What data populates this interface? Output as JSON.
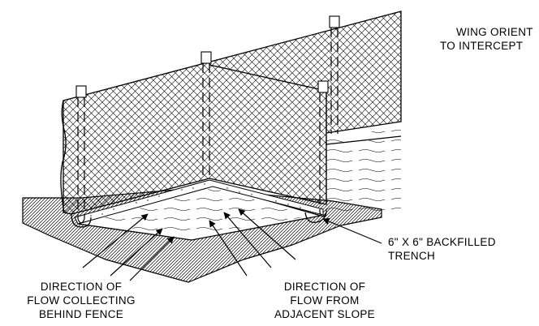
{
  "labels": {
    "wing_line1": "WING ORIENT",
    "wing_line2": "TO INTERCEPT",
    "trench_line1": "6\" X 6\" BACKFILLED",
    "trench_line2": "TRENCH",
    "collect_line1": "DIRECTION OF",
    "collect_line2": "FLOW COLLECTING",
    "collect_line3": "BEHIND FENCE",
    "slope_line1": "DIRECTION OF",
    "slope_line2": "FLOW FROM",
    "slope_line3": "ADJACENT SLOPE"
  }
}
